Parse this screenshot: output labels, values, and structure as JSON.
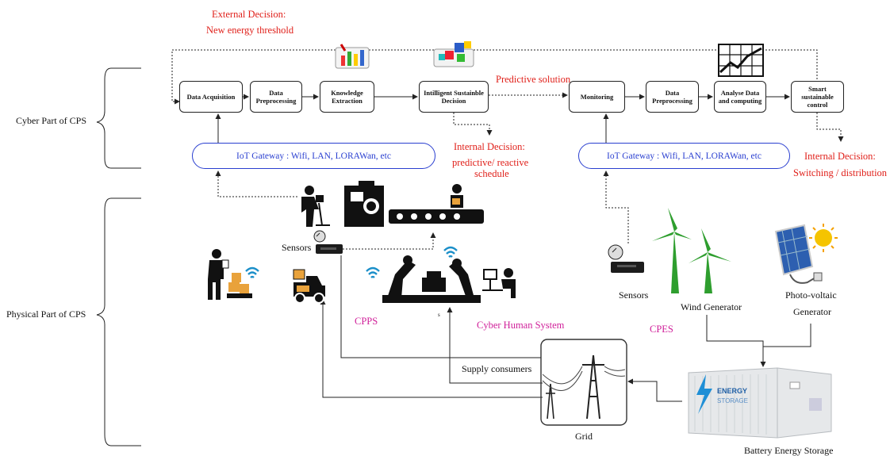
{
  "cyber_label": "Cyber Part of CPS",
  "physical_label": "Physical Part of CPS",
  "external_decision": [
    "External Decision:",
    "New energy threshold"
  ],
  "predictive_solution": "Predictive solution",
  "internal_decision_left": [
    "Internal Decision:",
    "predictive/ reactive",
    "schedule"
  ],
  "internal_decision_right": [
    "Internal Decision:",
    "Switching / distribution"
  ],
  "pipeline_left": [
    "Data Acquisition",
    "Data Preprocessing",
    "Knowledge Extraction",
    "Intilligent Sustainble Decision"
  ],
  "pipeline_right": [
    "Monitoring",
    "Data Preprocessing",
    "Analyse Data and computing",
    "Smart sustainable control"
  ],
  "gateway_label": "IoT Gateway : Wifi, LAN, LORAWan, etc",
  "sensors_label": "Sensors",
  "cpps_label": "CPPS",
  "small_mark": "s",
  "cyber_human_label": "Cyber Human System",
  "supply_label": "Supply consumers",
  "grid_label": "Grid",
  "cpes_label": "CPES",
  "wind_label": "Wind Generator",
  "pv_label": [
    "Photo-voltaic",
    "Generator"
  ],
  "battery_label": "Battery Energy Storage",
  "storage_text": [
    "ENERGY",
    "STORAGE"
  ],
  "colors": {
    "red": "#e0201a",
    "pink": "#d0209a",
    "blue": "#2a3fd0",
    "green": "#2e9e2e",
    "wifi": "#1b8fc9"
  }
}
